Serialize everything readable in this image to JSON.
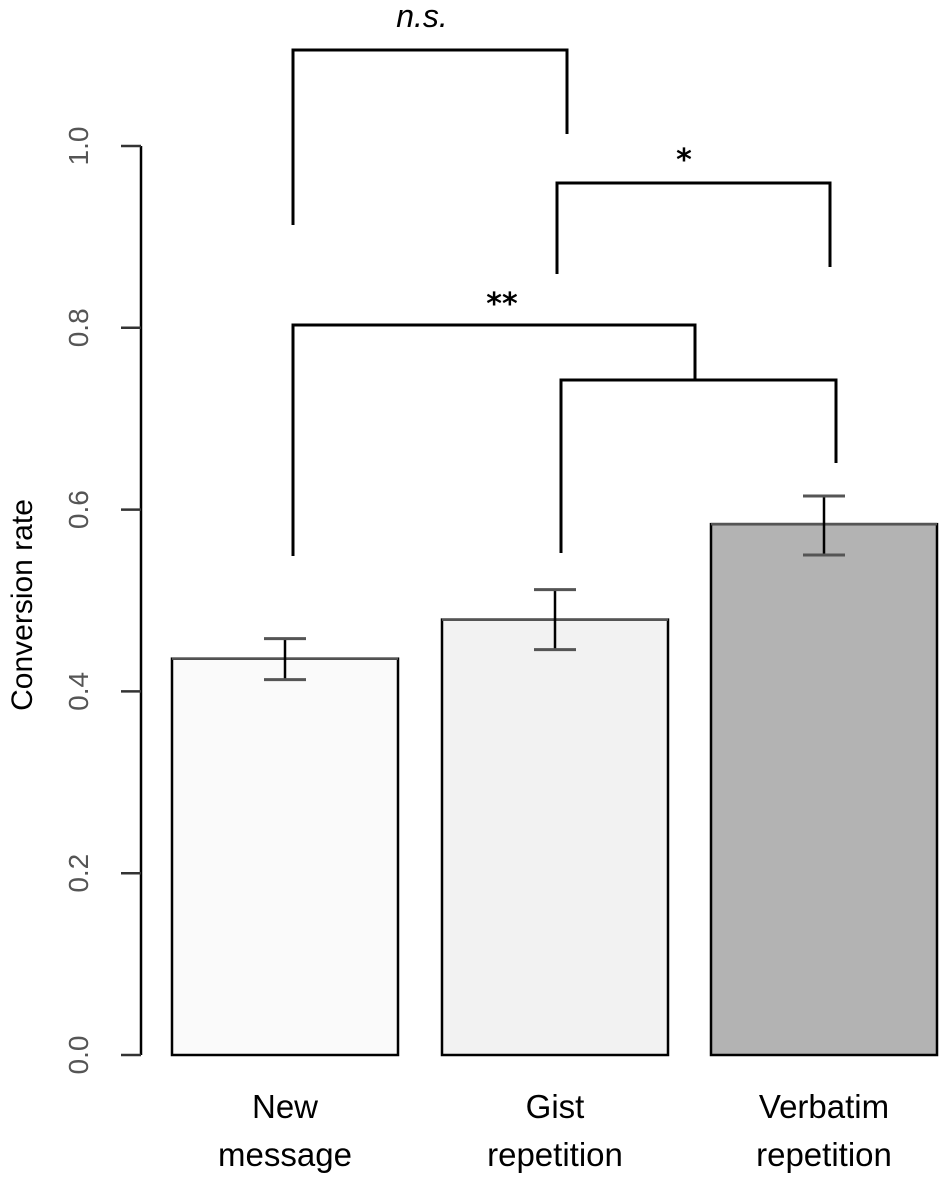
{
  "chart_data": {
    "type": "bar",
    "title": "",
    "xlabel": "",
    "ylabel": "Conversion rate",
    "ylim": [
      0,
      1.0
    ],
    "yticks": [
      0.0,
      0.2,
      0.4,
      0.6,
      0.8,
      1.0
    ],
    "ytick_labels": [
      "0.0",
      "0.2",
      "0.4",
      "0.6",
      "0.8",
      "1.0"
    ],
    "grid": false,
    "legend": null,
    "categories": [
      "New message",
      "Gist repetition",
      "Verbatim repetition"
    ],
    "category_lines": [
      [
        "New",
        "message"
      ],
      [
        "Gist",
        "repetition"
      ],
      [
        "Verbatim",
        "repetition"
      ]
    ],
    "values": [
      0.436,
      0.479,
      0.584
    ],
    "error_bars": [
      {
        "low": 0.413,
        "high": 0.458
      },
      {
        "low": 0.446,
        "high": 0.512
      },
      {
        "low": 0.55,
        "high": 0.615
      }
    ],
    "bar_colors": [
      "#fafafa",
      "#f2f2f2",
      "#b3b3b3"
    ],
    "significance": [
      {
        "label": "n.s.",
        "italic": true,
        "from": "New message",
        "to": "Gist repetition"
      },
      {
        "label": "*",
        "italic": false,
        "from": "Gist repetition",
        "to": "Verbatim repetition"
      },
      {
        "label": "**",
        "italic": false,
        "from": "New message",
        "to": "Gist + Verbatim repetition"
      }
    ]
  }
}
